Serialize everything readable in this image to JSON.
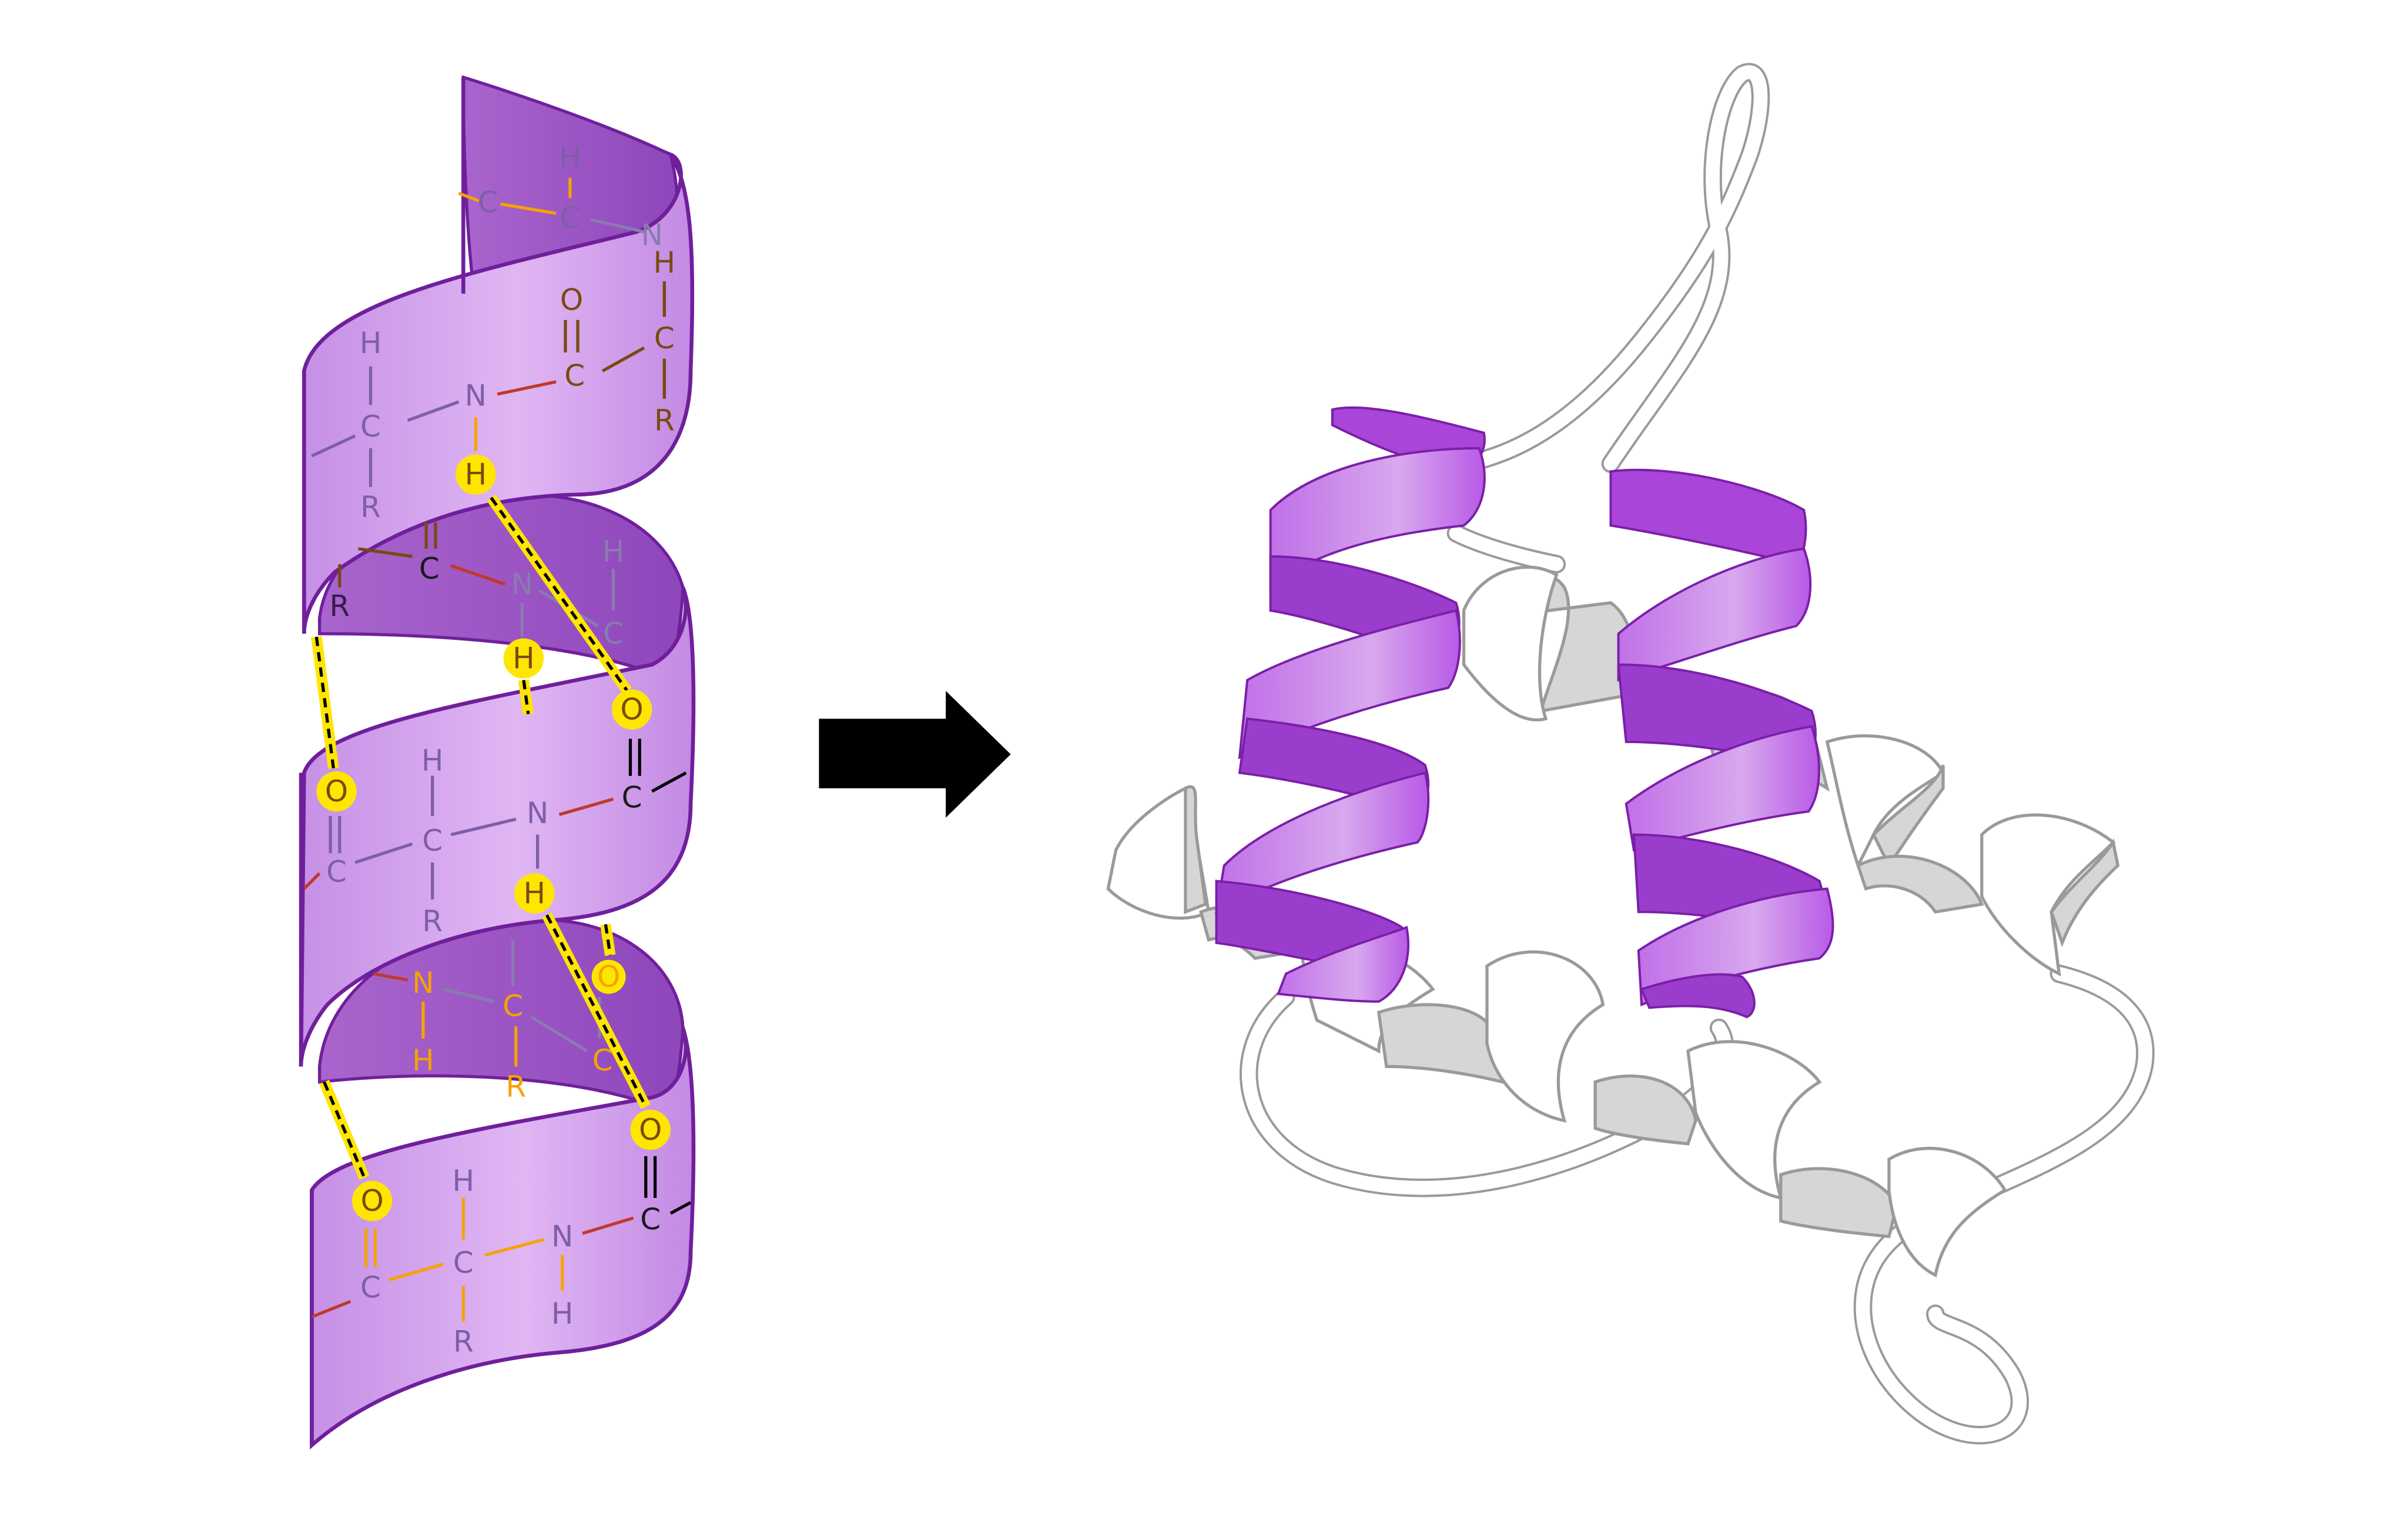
{
  "colors": {
    "ribbon_light": "#dfb4f2",
    "ribbon_mid": "#c690e6",
    "ribbon_dark": "#9e55c4",
    "ribbon_stroke": "#6f1f9c",
    "hbond_yellow": "#ffe600",
    "backbone_purple_text": "#7d5fa8",
    "backbone_brown": "#7a4a10",
    "backbone_orange": "#f5a300",
    "bond_red": "#c0392b",
    "helix_bright": "#b44be0",
    "helix_deep": "#8b2bbf",
    "coil_white": "#ffffff",
    "coil_shadow": "#d0d0d0",
    "coil_stroke": "#9a9a9a",
    "arrow": "#000000"
  },
  "icons": {
    "arrow": "right-arrow-icon"
  },
  "atoms": {
    "H": "H",
    "C": "C",
    "N": "N",
    "O": "O",
    "R": "R"
  }
}
